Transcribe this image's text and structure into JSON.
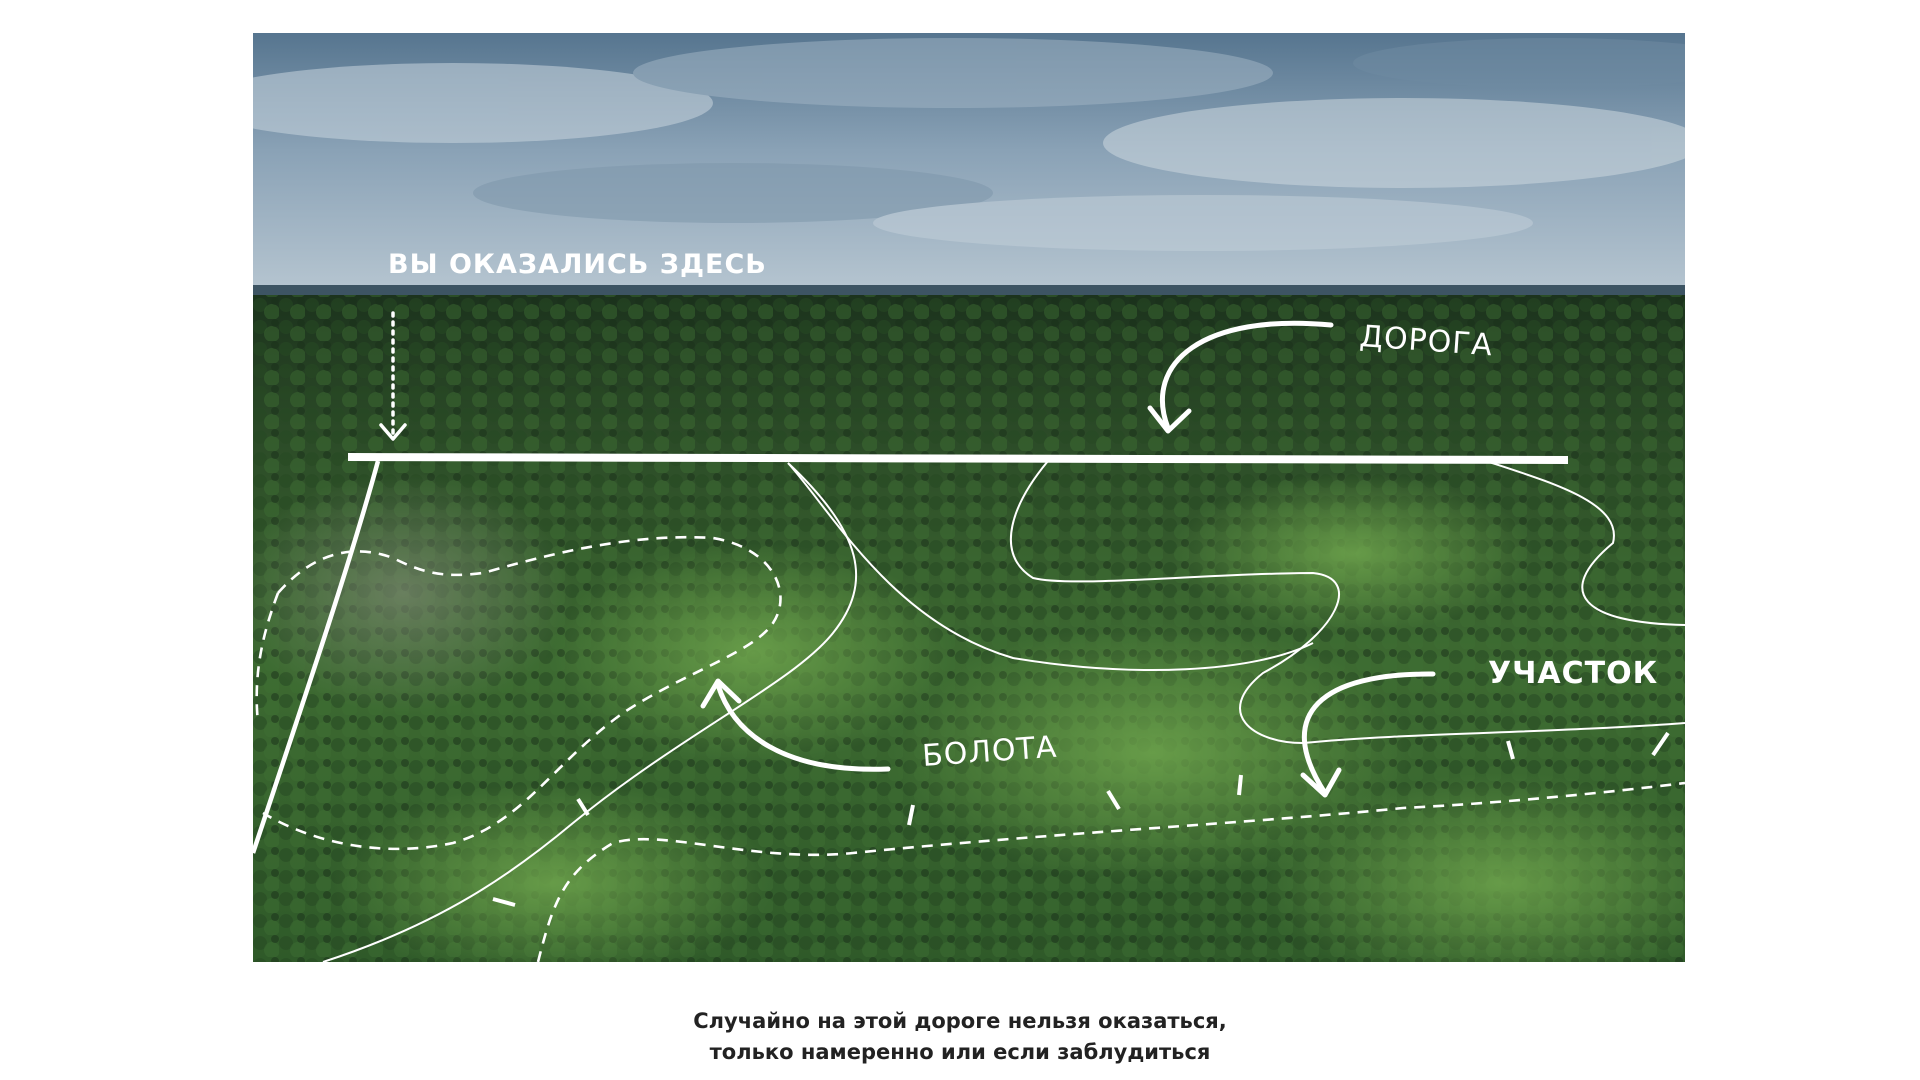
{
  "annotations": {
    "you_are_here": "ВЫ ОКАЗАЛИСЬ ЗДЕСЬ",
    "road": "ДОРОГА",
    "plot": "УЧАСТОК",
    "swamps": "БОЛОТА"
  },
  "caption": {
    "line1": "Случайно на этой дороге нельзя оказаться,",
    "line2": "только намеренно или если заблудиться"
  },
  "colors": {
    "sky_top": "#5f7f99",
    "sky_bottom": "#a9bccb",
    "forest_dark": "#1f3a1f",
    "forest_light": "#4f8a3a",
    "line": "#ffffff",
    "caption_text": "#222222"
  },
  "icons": [
    "dotted-down-arrow-icon",
    "curved-arrow-icon"
  ]
}
